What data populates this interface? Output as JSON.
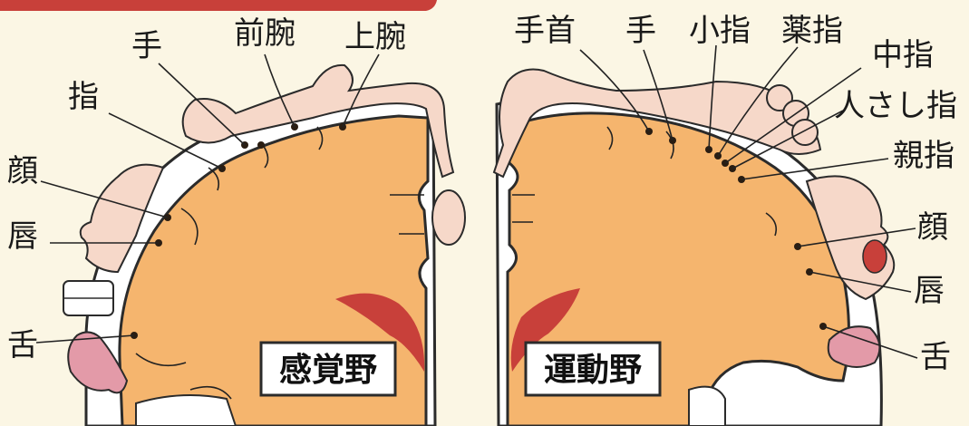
{
  "sensory": {
    "title": "感覚野",
    "labels": {
      "hand": "手",
      "forearm": "前腕",
      "upper_arm": "上腕",
      "finger": "指",
      "face": "顔",
      "lips": "唇",
      "tongue": "舌"
    }
  },
  "motor": {
    "title": "運動野",
    "labels": {
      "wrist": "手首",
      "hand": "手",
      "little_finger": "小指",
      "ring_finger": "薬指",
      "middle_finger": "中指",
      "index_finger": "人さし指",
      "thumb": "親指",
      "face": "顔",
      "lips": "唇",
      "tongue": "舌"
    }
  },
  "colors": {
    "background": "#fbf6e4",
    "cortex": "#f5b56e",
    "cortex_outline": "#2b2b2b",
    "white_band": "#ffffff",
    "skin": "#f6d8c9",
    "tongue": "#e39aa8",
    "accent_red": "#c8403a",
    "title_box": "#ffffff"
  }
}
